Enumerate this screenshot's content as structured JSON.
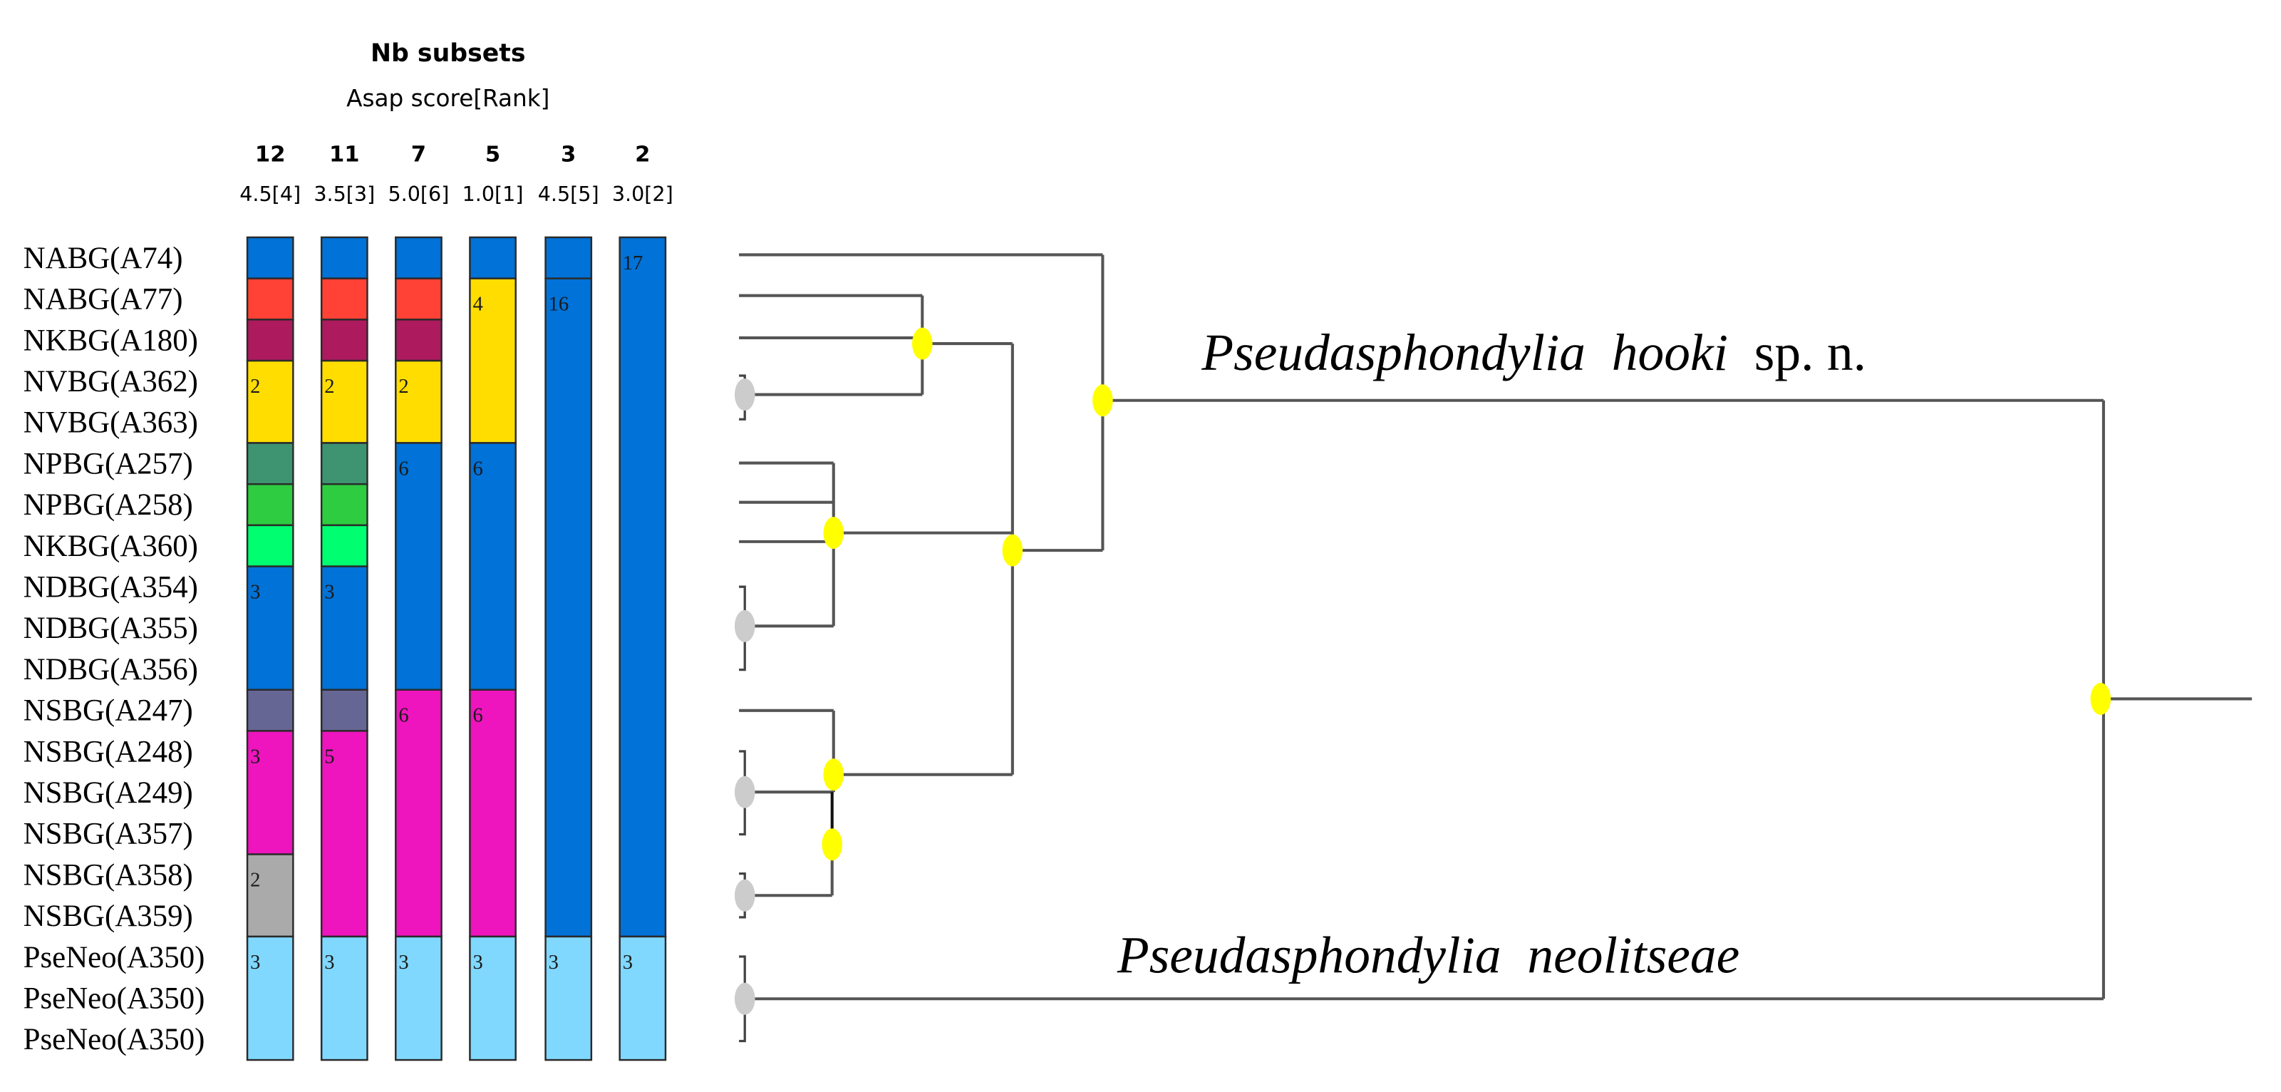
{
  "header": {
    "title": "Nb subsets",
    "subtitle": "Asap score[Rank]"
  },
  "partitions": [
    {
      "nb_subsets": "12",
      "score": "4.5[4]",
      "segments": [
        {
          "from": 0,
          "to": 0,
          "color": "#0072D8",
          "label": ""
        },
        {
          "from": 1,
          "to": 1,
          "color": "#FF4136",
          "label": ""
        },
        {
          "from": 2,
          "to": 2,
          "color": "#AD1A5E",
          "label": ""
        },
        {
          "from": 3,
          "to": 4,
          "color": "#FFDD00",
          "label": "2"
        },
        {
          "from": 5,
          "to": 5,
          "color": "#3E9471",
          "label": ""
        },
        {
          "from": 6,
          "to": 6,
          "color": "#2ECC40",
          "label": ""
        },
        {
          "from": 7,
          "to": 7,
          "color": "#00FF70",
          "label": ""
        },
        {
          "from": 8,
          "to": 10,
          "color": "#0072D8",
          "label": "3"
        },
        {
          "from": 11,
          "to": 11,
          "color": "#666694",
          "label": ""
        },
        {
          "from": 12,
          "to": 14,
          "color": "#EE14BE",
          "label": "3"
        },
        {
          "from": 15,
          "to": 16,
          "color": "#AAAAAA",
          "label": "2"
        },
        {
          "from": 17,
          "to": 19,
          "color": "#80D8FF",
          "label": "3"
        }
      ]
    },
    {
      "nb_subsets": "11",
      "score": "3.5[3]",
      "segments": [
        {
          "from": 0,
          "to": 0,
          "color": "#0072D8",
          "label": ""
        },
        {
          "from": 1,
          "to": 1,
          "color": "#FF4136",
          "label": ""
        },
        {
          "from": 2,
          "to": 2,
          "color": "#AD1A5E",
          "label": ""
        },
        {
          "from": 3,
          "to": 4,
          "color": "#FFDD00",
          "label": "2"
        },
        {
          "from": 5,
          "to": 5,
          "color": "#3E9471",
          "label": ""
        },
        {
          "from": 6,
          "to": 6,
          "color": "#2ECC40",
          "label": ""
        },
        {
          "from": 7,
          "to": 7,
          "color": "#00FF70",
          "label": ""
        },
        {
          "from": 8,
          "to": 10,
          "color": "#0072D8",
          "label": "3"
        },
        {
          "from": 11,
          "to": 11,
          "color": "#666694",
          "label": ""
        },
        {
          "from": 12,
          "to": 16,
          "color": "#EE14BE",
          "label": "5"
        },
        {
          "from": 17,
          "to": 19,
          "color": "#80D8FF",
          "label": "3"
        }
      ]
    },
    {
      "nb_subsets": "7",
      "score": "5.0[6]",
      "segments": [
        {
          "from": 0,
          "to": 0,
          "color": "#0072D8",
          "label": ""
        },
        {
          "from": 1,
          "to": 1,
          "color": "#FF4136",
          "label": ""
        },
        {
          "from": 2,
          "to": 2,
          "color": "#AD1A5E",
          "label": ""
        },
        {
          "from": 3,
          "to": 4,
          "color": "#FFDD00",
          "label": "2"
        },
        {
          "from": 5,
          "to": 10,
          "color": "#0072D8",
          "label": "6"
        },
        {
          "from": 11,
          "to": 16,
          "color": "#EE14BE",
          "label": "6"
        },
        {
          "from": 17,
          "to": 19,
          "color": "#80D8FF",
          "label": "3"
        }
      ]
    },
    {
      "nb_subsets": "5",
      "score": "1.0[1]",
      "segments": [
        {
          "from": 0,
          "to": 0,
          "color": "#0072D8",
          "label": ""
        },
        {
          "from": 1,
          "to": 4,
          "color": "#FFDD00",
          "label": "4"
        },
        {
          "from": 5,
          "to": 10,
          "color": "#0072D8",
          "label": "6"
        },
        {
          "from": 11,
          "to": 16,
          "color": "#EE14BE",
          "label": "6"
        },
        {
          "from": 17,
          "to": 19,
          "color": "#80D8FF",
          "label": "3"
        }
      ]
    },
    {
      "nb_subsets": "3",
      "score": "4.5[5]",
      "segments": [
        {
          "from": 0,
          "to": 0,
          "color": "#0072D8",
          "label": ""
        },
        {
          "from": 1,
          "to": 16,
          "color": "#0072D8",
          "label": "16"
        },
        {
          "from": 17,
          "to": 19,
          "color": "#80D8FF",
          "label": "3"
        }
      ]
    },
    {
      "nb_subsets": "2",
      "score": "3.0[2]",
      "segments": [
        {
          "from": 0,
          "to": 16,
          "color": "#0072D8",
          "label": "17"
        },
        {
          "from": 17,
          "to": 19,
          "color": "#80D8FF",
          "label": "3"
        }
      ]
    }
  ],
  "specimens": [
    "NABG(A74)",
    "NABG(A77)",
    "NKBG(A180)",
    "NVBG(A362)",
    "NVBG(A363)",
    "NPBG(A257)",
    "NPBG(A258)",
    "NKBG(A360)",
    "NDBG(A354)",
    "NDBG(A355)",
    "NDBG(A356)",
    "NSBG(A247)",
    "NSBG(A248)",
    "NSBG(A249)",
    "NSBG(A357)",
    "NSBG(A358)",
    "NSBG(A359)",
    "PseNeo(A350)",
    "PseNeo(A350)",
    "PseNeo(A350)"
  ],
  "species_labels": {
    "hooki": {
      "genus": "Pseudasphondylia",
      "epithet": "hooki",
      "suffix": "sp. n."
    },
    "neolitseae": {
      "genus": "Pseudasphondylia",
      "epithet": "neolitseae"
    }
  },
  "colors": {
    "supported_node": "#FFFF00",
    "collapsed_node": "#CCCCCC",
    "branch": "#555555"
  }
}
